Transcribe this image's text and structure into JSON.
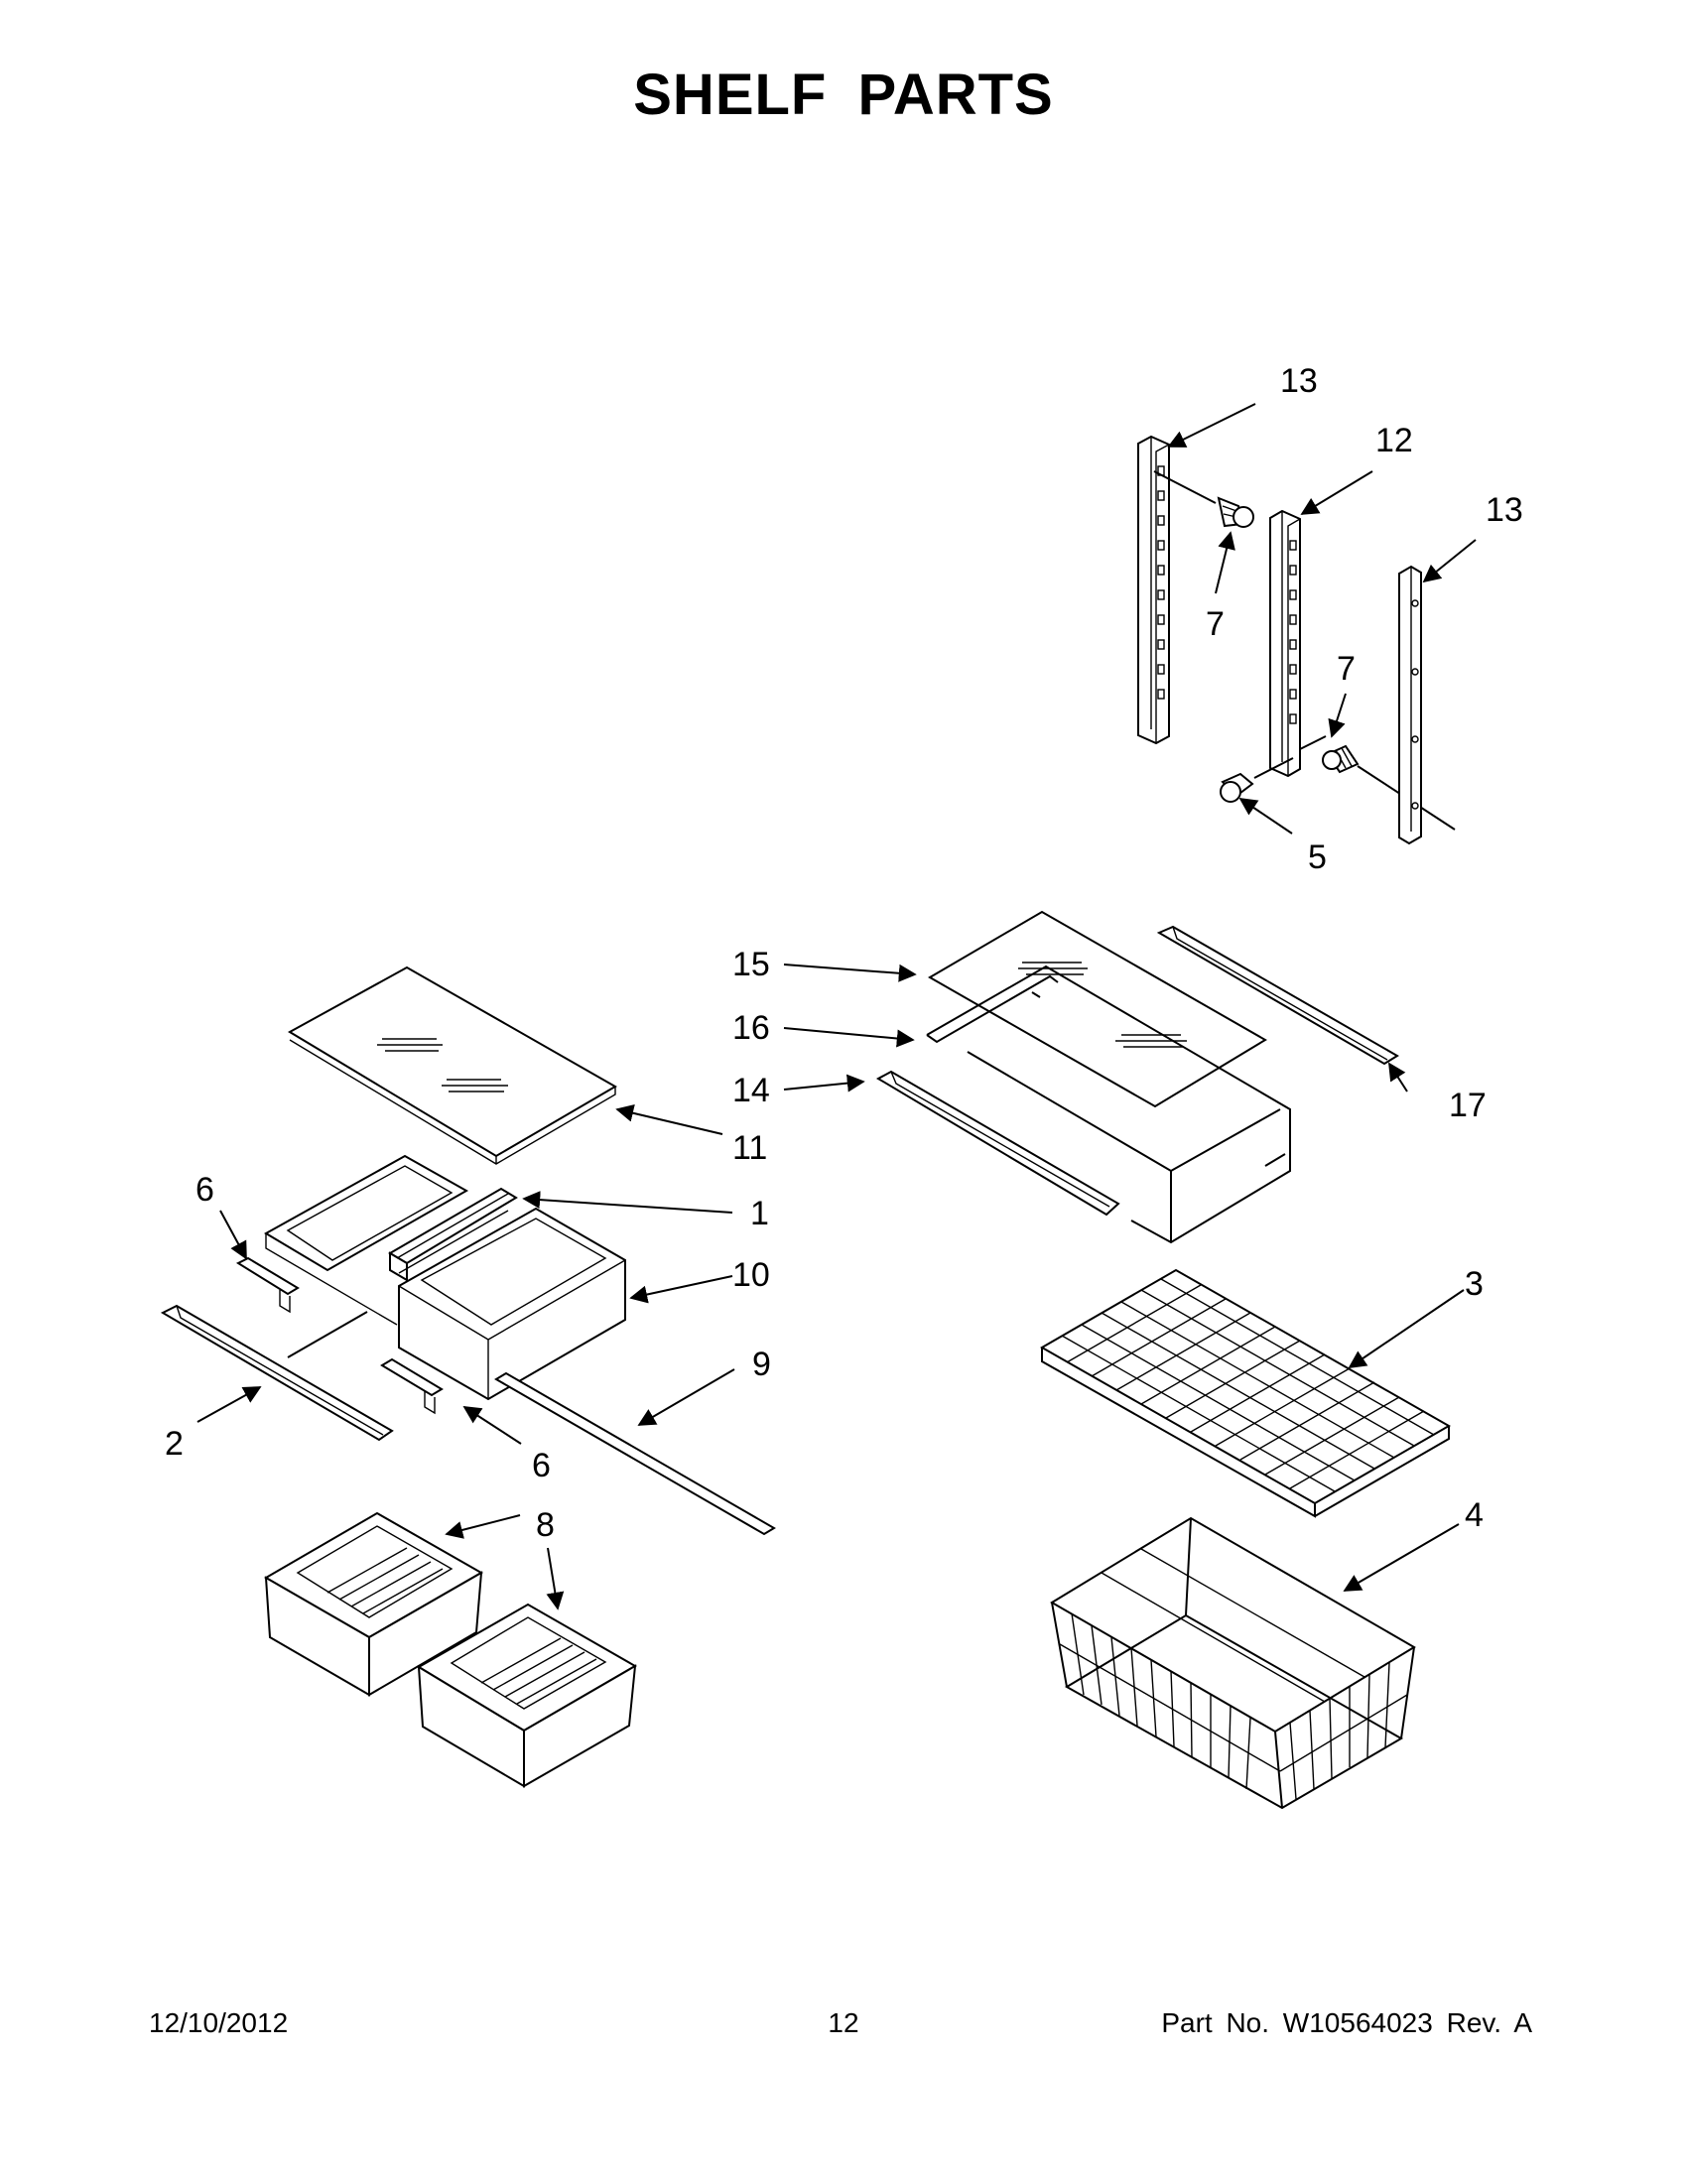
{
  "title": "SHELF  PARTS",
  "callouts": [
    "13",
    "12",
    "13",
    "7",
    "7",
    "5",
    "15",
    "16",
    "14",
    "17",
    "11",
    "1",
    "10",
    "6",
    "9",
    "2",
    "6",
    "3",
    "8",
    "4"
  ],
  "footer": {
    "date": "12/10/2012",
    "page": "12",
    "part_number": "Part No.  W10564023  Rev.  A"
  }
}
